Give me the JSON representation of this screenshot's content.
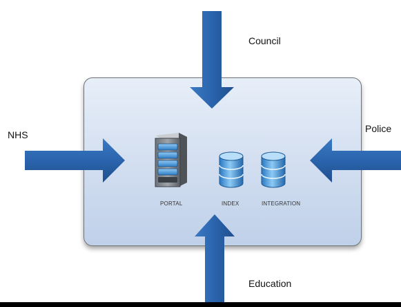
{
  "diagram": {
    "sources": [
      {
        "id": "council",
        "label": "Council"
      },
      {
        "id": "nhs",
        "label": "NHS"
      },
      {
        "id": "police",
        "label": "Police"
      },
      {
        "id": "education",
        "label": "Education"
      }
    ],
    "components": [
      {
        "id": "portal",
        "label": "PORTAL",
        "icon": "server-icon"
      },
      {
        "id": "index",
        "label": "INDEX",
        "icon": "database-icon"
      },
      {
        "id": "integration",
        "label": "INTEGRATION",
        "icon": "database-icon"
      }
    ],
    "colors": {
      "arrow": "#2f6bb5",
      "hub_fill": "#d4e0f1",
      "hub_border": "#6e7174"
    }
  }
}
